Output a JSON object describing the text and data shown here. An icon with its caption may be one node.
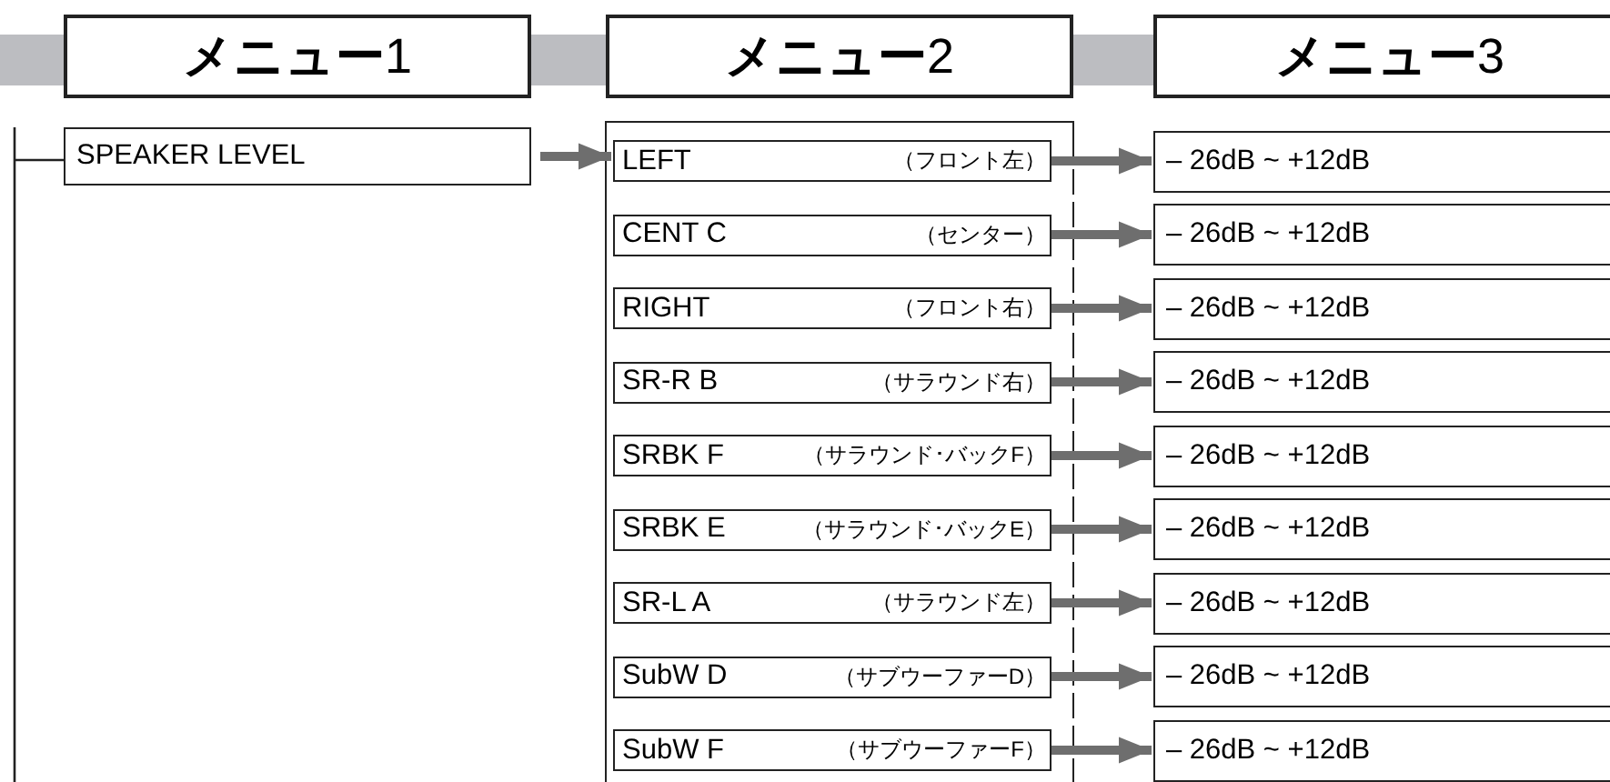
{
  "diagram": {
    "nodes": [
      {
        "text": [
          "**メニュー**1"
        ]
      },
      {
        "text": [
          "**メニュー**2"
        ]
      },
      {
        "text": [
          "**メニュー**3"
        ]
      },
      {
        "text": [
          "SPEAKER LEVEL"
        ]
      },
      {
        "text": [
          "LEFT",
          "（フロント左）"
        ]
      },
      {
        "text": [
          "CENT C",
          "（センター）"
        ]
      },
      {
        "text": [
          "RIGHT",
          "（フロント右）"
        ]
      },
      {
        "text": [
          "SR-R B",
          "（サラウンド右）"
        ]
      },
      {
        "text": [
          "SRBK F",
          "（サラウンド･バックF）"
        ]
      },
      {
        "text": [
          "SRBK E",
          "（サラウンド･バックE）"
        ]
      },
      {
        "text": [
          "SR-L A",
          "（サラウンド左）"
        ]
      },
      {
        "text": [
          "SubW D",
          "（サブウーファーD）"
        ]
      },
      {
        "text": [
          "SubW F",
          "（サブウーファーF）"
        ]
      },
      {
        "text": [
          "– 26dB ~ +12dB"
        ]
      },
      {
        "text": [
          "– 26dB ~ +12dB"
        ]
      },
      {
        "text": [
          "– 26dB ~ +12dB"
        ]
      },
      {
        "text": [
          "– 26dB ~ +12dB"
        ]
      },
      {
        "text": [
          "– 26dB ~ +12dB"
        ]
      },
      {
        "text": [
          "– 26dB ~ +12dB"
        ]
      },
      {
        "text": [
          "– 26dB ~ +12dB"
        ]
      },
      {
        "text": [
          "– 26dB ~ +12dB"
        ]
      },
      {
        "text": [
          "– 26dB ~ +12dB"
        ]
      }
    ],
    "edges": [
      {
        "from": 3,
        "to": 4,
        "arrow": "to"
      },
      {
        "from": 4,
        "to": 13,
        "arrow": "to"
      },
      {
        "from": 5,
        "to": 14,
        "arrow": "to"
      },
      {
        "from": 6,
        "to": 15,
        "arrow": "to"
      },
      {
        "from": 7,
        "to": 16,
        "arrow": "to"
      },
      {
        "from": 8,
        "to": 17,
        "arrow": "to"
      },
      {
        "from": 9,
        "to": 18,
        "arrow": "to"
      },
      {
        "from": 10,
        "to": 19,
        "arrow": "to"
      },
      {
        "from": 11,
        "to": 20,
        "arrow": "to"
      },
      {
        "from": 12,
        "to": 21,
        "arrow": "to"
      }
    ]
  }
}
